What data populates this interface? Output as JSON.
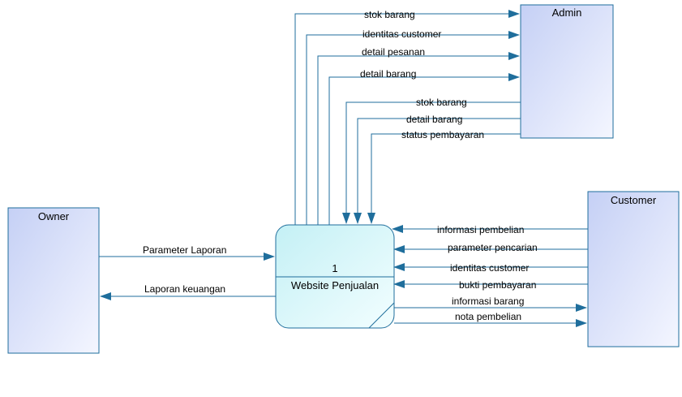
{
  "diagram": {
    "colors": {
      "line": "#1f6e9c",
      "entity_fill": "#cfd8f7",
      "process_fill": "#ccf4f7"
    },
    "entities": {
      "admin": "Admin",
      "owner": "Owner",
      "customer": "Customer"
    },
    "process": {
      "number": "1",
      "name": "Website Penjualan"
    },
    "flows": {
      "to_admin": [
        "stok barang",
        "identitas customer",
        "detail pesanan",
        "detail barang"
      ],
      "from_admin": [
        "stok barang",
        "detail barang",
        "status pembayaran"
      ],
      "owner_to_process": "Parameter Laporan",
      "process_to_owner": "Laporan keuangan",
      "from_customer": [
        "informasi pembelian",
        "parameter pencarian",
        "identitas customer",
        "bukti pembayaran"
      ],
      "to_customer": [
        "informasi barang",
        "nota pembelian"
      ]
    }
  }
}
